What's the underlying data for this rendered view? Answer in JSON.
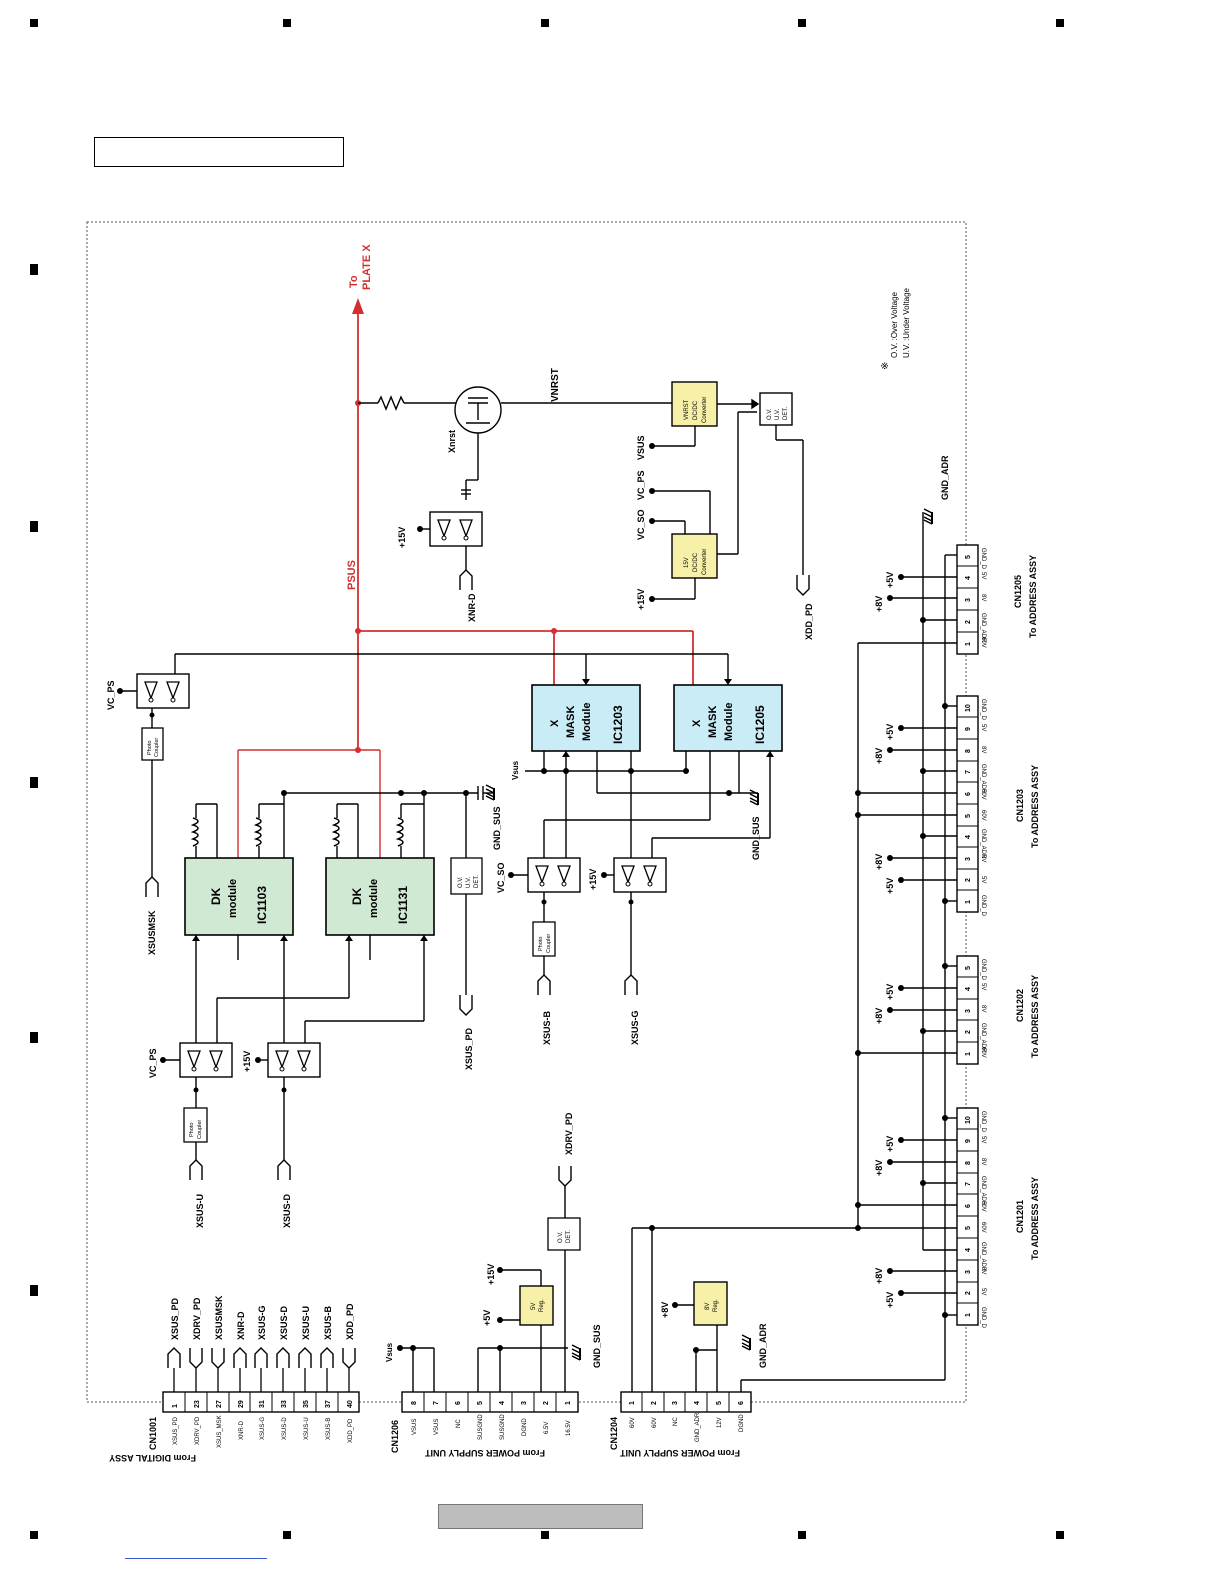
{
  "colors": {
    "supply_line": "#d32f2f",
    "mask_module_fill": "#c9ecf6",
    "dk_module_fill": "#cfe9d2",
    "regulator_fill": "#f6f0a8",
    "footer_box": "#bdbdbd"
  },
  "labels": {
    "to_plate": "To",
    "plate_x": "PLATE X",
    "psus": "PSUS",
    "vnrst": "VNRST",
    "xnrst": "Xnrst",
    "xnr_d": "XNR-D",
    "plus15v": "+15V",
    "plus8v": "+8V",
    "plus5v": "+5V",
    "vc_ps": "VC_PS",
    "vc_so": "VC_SO",
    "vsus": "VSUS",
    "vsus_small": "Vsus",
    "xdd_pd": "XDD_PD",
    "xsus_pd": "XSUS_PD",
    "xdrv_pd": "XDRV_PD",
    "xsusmsk": "XSUSMSK",
    "xsus_u": "XSUS-U",
    "xsus_d": "XSUS-D",
    "xsus_b": "XSUS-B",
    "xsus_g": "XSUS-G",
    "gnd_sus": "GND_SUS",
    "gnd_adr": "GND_ADR",
    "note_mark": "※",
    "note_ov": "O.V. :Over Voltage",
    "note_uv": "U.V. :Under Voltage"
  },
  "modules": {
    "dk1": {
      "l1": "DK",
      "l2": "module",
      "id": "IC1103"
    },
    "dk2": {
      "l1": "DK",
      "l2": "module",
      "id": "IC1131"
    },
    "mask1": {
      "l1": "X",
      "l2": "MASK",
      "l3": "Module",
      "id": "IC1203"
    },
    "mask2": {
      "l1": "X",
      "l2": "MASK",
      "l3": "Module",
      "id": "IC1205"
    }
  },
  "blocks": {
    "vnrst_conv": [
      "VNRST",
      "DC/DC",
      "Converter"
    ],
    "v15_conv": [
      "15V",
      "DC/DC",
      "Converter"
    ],
    "ovuv": [
      "O.V.",
      "U.V.",
      "DET."
    ],
    "ov": [
      "O.V.",
      "DET."
    ],
    "reg5": [
      "5V",
      "Reg."
    ],
    "reg8": [
      "8V",
      "Reg."
    ],
    "photo": [
      "Photo",
      "Coupler"
    ]
  },
  "connectors": {
    "cn1001": {
      "name": "CN1001",
      "from": "From DIGITAL ASSY",
      "pins": [
        "1",
        "23",
        "27",
        "29",
        "31",
        "33",
        "35",
        "37",
        "40"
      ],
      "signals": [
        "XSUS_PD",
        "XDRV_PD",
        "XSUS_MSK",
        "XNR-D",
        "XSUS-G",
        "XSUS-D",
        "XSUS-U",
        "XSUS-B",
        "XDD_PD"
      ],
      "arrows": [
        "XSUS_PD",
        "XDRV_PD",
        "XSUSMSK",
        "XNR-D",
        "XSUS-G",
        "XSUS-D",
        "XSUS-U",
        "XSUS-B",
        "XDD_PD"
      ]
    },
    "cn1206": {
      "name": "CN1206",
      "from": "From POWER SUPPLY UNIT",
      "pins": [
        "8",
        "7",
        "6",
        "5",
        "4",
        "3",
        "2",
        "1"
      ],
      "signals": [
        "VSUS",
        "VSUS",
        "NC",
        "SUSGND",
        "SUSGND",
        "DGND",
        "6.5V",
        "16.5V"
      ]
    },
    "cn1204": {
      "name": "CN1204",
      "from": "From POWER SUPPLY UNIT",
      "pins": [
        "1",
        "2",
        "3",
        "4",
        "5",
        "6"
      ],
      "signals": [
        "60V",
        "60V",
        "NC",
        "GND_ADR",
        "12V",
        "DGND"
      ]
    },
    "cn1201": {
      "name": "CN1201",
      "to": "To ADDRESS ASSY",
      "pins": [
        "10",
        "9",
        "8",
        "7",
        "6",
        "5",
        "4",
        "3",
        "2",
        "1"
      ],
      "signals": [
        "GND_D",
        "5V",
        "8V",
        "GND_ADR",
        "60V",
        "60V",
        "GND_ADR",
        "8V",
        "5V",
        "GND_D"
      ]
    },
    "cn1202": {
      "name": "CN1202",
      "to": "To ADDRESS ASSY",
      "pins": [
        "5",
        "4",
        "3",
        "2",
        "1"
      ],
      "signals": [
        "GND_D",
        "5V",
        "8V",
        "GND_ADR",
        "60V"
      ]
    },
    "cn1203": {
      "name": "CN1203",
      "to": "To ADDRESS ASSY",
      "pins": [
        "10",
        "9",
        "8",
        "7",
        "6",
        "5",
        "4",
        "3",
        "2",
        "1"
      ],
      "signals": [
        "GND_D",
        "5V",
        "8V",
        "GND_ADR",
        "60V",
        "60V",
        "GND_ADR",
        "8V",
        "5V",
        "GND_D"
      ]
    },
    "cn1205": {
      "name": "CN1205",
      "to": "To ADDRESS ASSY",
      "pins": [
        "5",
        "4",
        "3",
        "2",
        "1"
      ],
      "signals": [
        "GND_D",
        "5V",
        "8V",
        "GND_ADR",
        "60V"
      ]
    }
  }
}
